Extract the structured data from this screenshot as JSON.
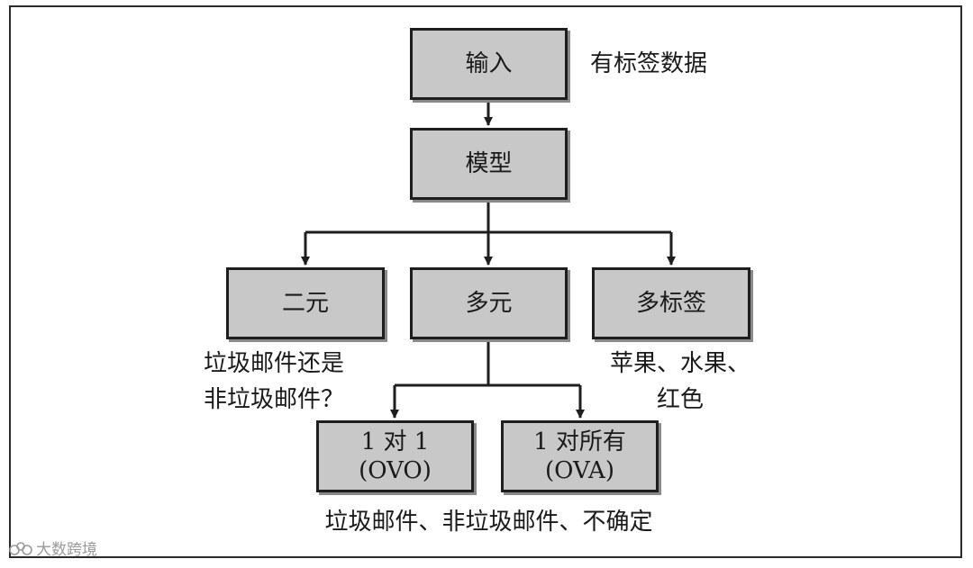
{
  "nodes": {
    "input": "输入",
    "model": "模型",
    "binary": "二元",
    "multiclass": "多元",
    "multilabel": "多标签",
    "ovo_line1": "1 对 1",
    "ovo_line2": "(OVO)",
    "ova_line1": "1 对所有",
    "ova_line2": "(OVA)"
  },
  "annotations": {
    "input_note": "有标签数据",
    "binary_note_line1": "垃圾邮件还是",
    "binary_note_line2": "非垃圾邮件？",
    "multilabel_note_line1": "苹果、水果、",
    "multilabel_note_line2": "红色",
    "multiclass_note": "垃圾邮件、非垃圾邮件、不确定"
  },
  "watermark": {
    "text": "大数跨境",
    "icon": "logo-icon"
  }
}
